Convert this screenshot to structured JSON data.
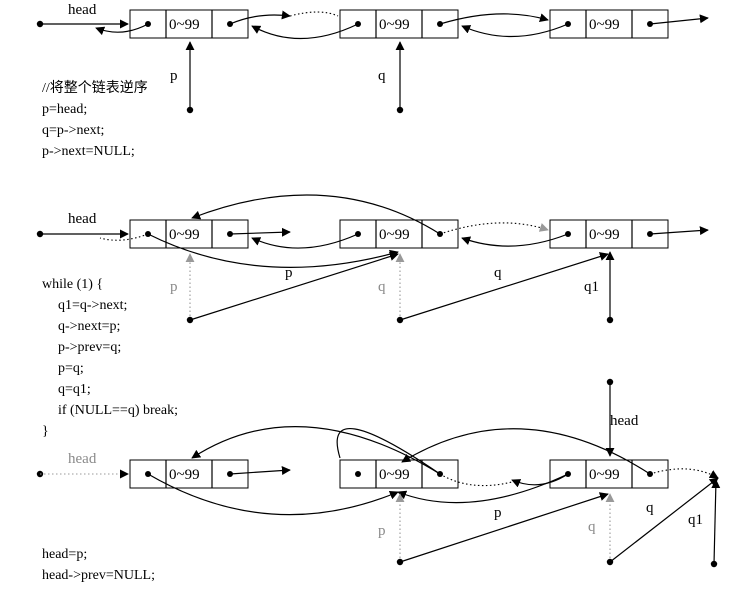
{
  "node_value": "0~99",
  "stage1": {
    "labels": {
      "head": "head",
      "p": "p",
      "q": "q"
    },
    "code": [
      "//将整个链表逆序",
      "p=head;",
      "q=p->next;",
      "p->next=NULL;"
    ]
  },
  "stage2": {
    "labels": {
      "head": "head",
      "p_old": "p",
      "q_old": "q",
      "p_new": "p",
      "q_new": "q",
      "q1": "q1"
    },
    "code": [
      "while (1) {",
      "q1=q->next;",
      "q->next=p;",
      "p->prev=q;",
      "p=q;",
      "q=q1;",
      "if (NULL==q) break;",
      "}"
    ]
  },
  "stage3": {
    "labels": {
      "head_old": "head",
      "head_new": "head",
      "p": "p",
      "q_old": "q",
      "q_new": "q",
      "q1": "q1"
    },
    "code": [
      "head=p;",
      "head->prev=NULL;"
    ]
  }
}
